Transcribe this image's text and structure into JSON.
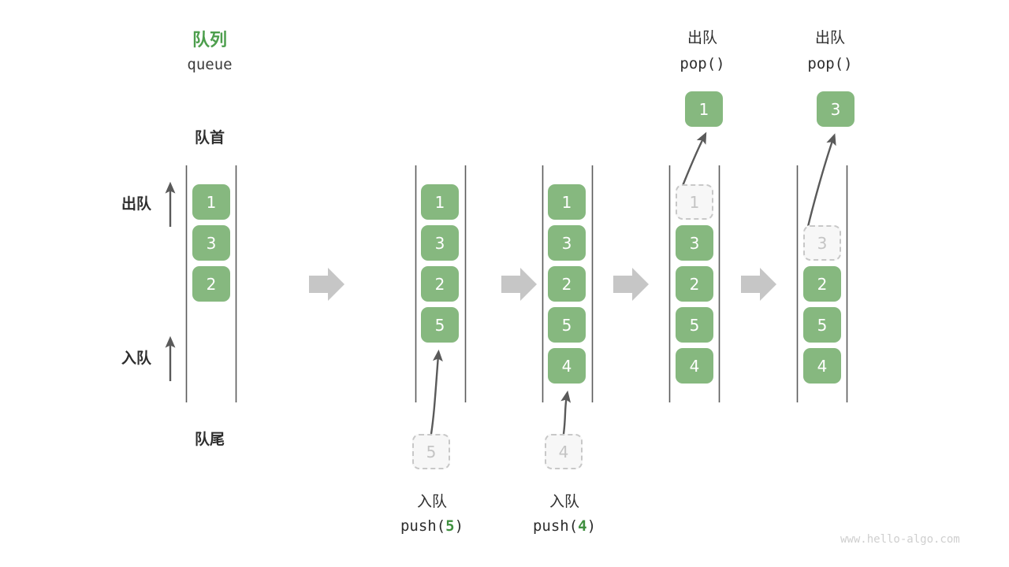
{
  "meta": {
    "watermark": "www.hello-algo.com",
    "colors": {
      "node_green": "#86b87f",
      "title_green": "#4d9e4d",
      "ghost_fill": "#f7f7f7",
      "ghost_border": "#c8c8c8",
      "arrow_gray": "#5a5a5a",
      "step_arrow_gray": "#c6c6c6",
      "text_dark": "#2e2e2e"
    }
  },
  "header": {
    "title_cn": "队列",
    "title_en": "queue"
  },
  "labels": {
    "head": "队首",
    "tail": "队尾",
    "dequeue": "出队",
    "enqueue": "入队"
  },
  "columns": [
    {
      "id": "initial",
      "nodes": [
        {
          "value": "1",
          "state": "filled"
        },
        {
          "value": "3",
          "state": "filled"
        },
        {
          "value": "2",
          "state": "filled"
        }
      ],
      "side_labels": [
        {
          "text": "出队",
          "kind": "dequeue"
        },
        {
          "text": "入队",
          "kind": "enqueue"
        }
      ],
      "caption_cn": "",
      "caption_code": ""
    },
    {
      "id": "push-5",
      "nodes": [
        {
          "value": "1",
          "state": "filled"
        },
        {
          "value": "3",
          "state": "filled"
        },
        {
          "value": "2",
          "state": "filled"
        },
        {
          "value": "5",
          "state": "filled"
        }
      ],
      "incoming": {
        "value": "5",
        "state": "ghost"
      },
      "caption_cn": "入队",
      "caption_code": "push(",
      "caption_code_num": "5",
      "caption_code_tail": ")"
    },
    {
      "id": "push-4",
      "nodes": [
        {
          "value": "1",
          "state": "filled"
        },
        {
          "value": "3",
          "state": "filled"
        },
        {
          "value": "2",
          "state": "filled"
        },
        {
          "value": "5",
          "state": "filled"
        },
        {
          "value": "4",
          "state": "filled"
        }
      ],
      "incoming": {
        "value": "4",
        "state": "ghost"
      },
      "caption_cn": "入队",
      "caption_code": "push(",
      "caption_code_num": "4",
      "caption_code_tail": ")"
    },
    {
      "id": "pop-1",
      "nodes": [
        {
          "value": "1",
          "state": "ghost"
        },
        {
          "value": "3",
          "state": "filled"
        },
        {
          "value": "2",
          "state": "filled"
        },
        {
          "value": "5",
          "state": "filled"
        },
        {
          "value": "4",
          "state": "filled"
        }
      ],
      "outgoing": {
        "value": "1",
        "state": "popped"
      },
      "header_cn": "出队",
      "header_code": "pop()"
    },
    {
      "id": "pop-3",
      "nodes": [
        {
          "value": "3",
          "state": "ghost"
        },
        {
          "value": "2",
          "state": "filled"
        },
        {
          "value": "5",
          "state": "filled"
        },
        {
          "value": "4",
          "state": "filled"
        }
      ],
      "outgoing": {
        "value": "3",
        "state": "popped"
      },
      "header_cn": "出队",
      "header_code": "pop()"
    }
  ],
  "step_arrows": [
    {
      "between": "initial -> push-5"
    },
    {
      "between": "push-5 -> push-4"
    },
    {
      "between": "push-4 -> pop-1"
    },
    {
      "between": "pop-1 -> pop-3"
    }
  ]
}
